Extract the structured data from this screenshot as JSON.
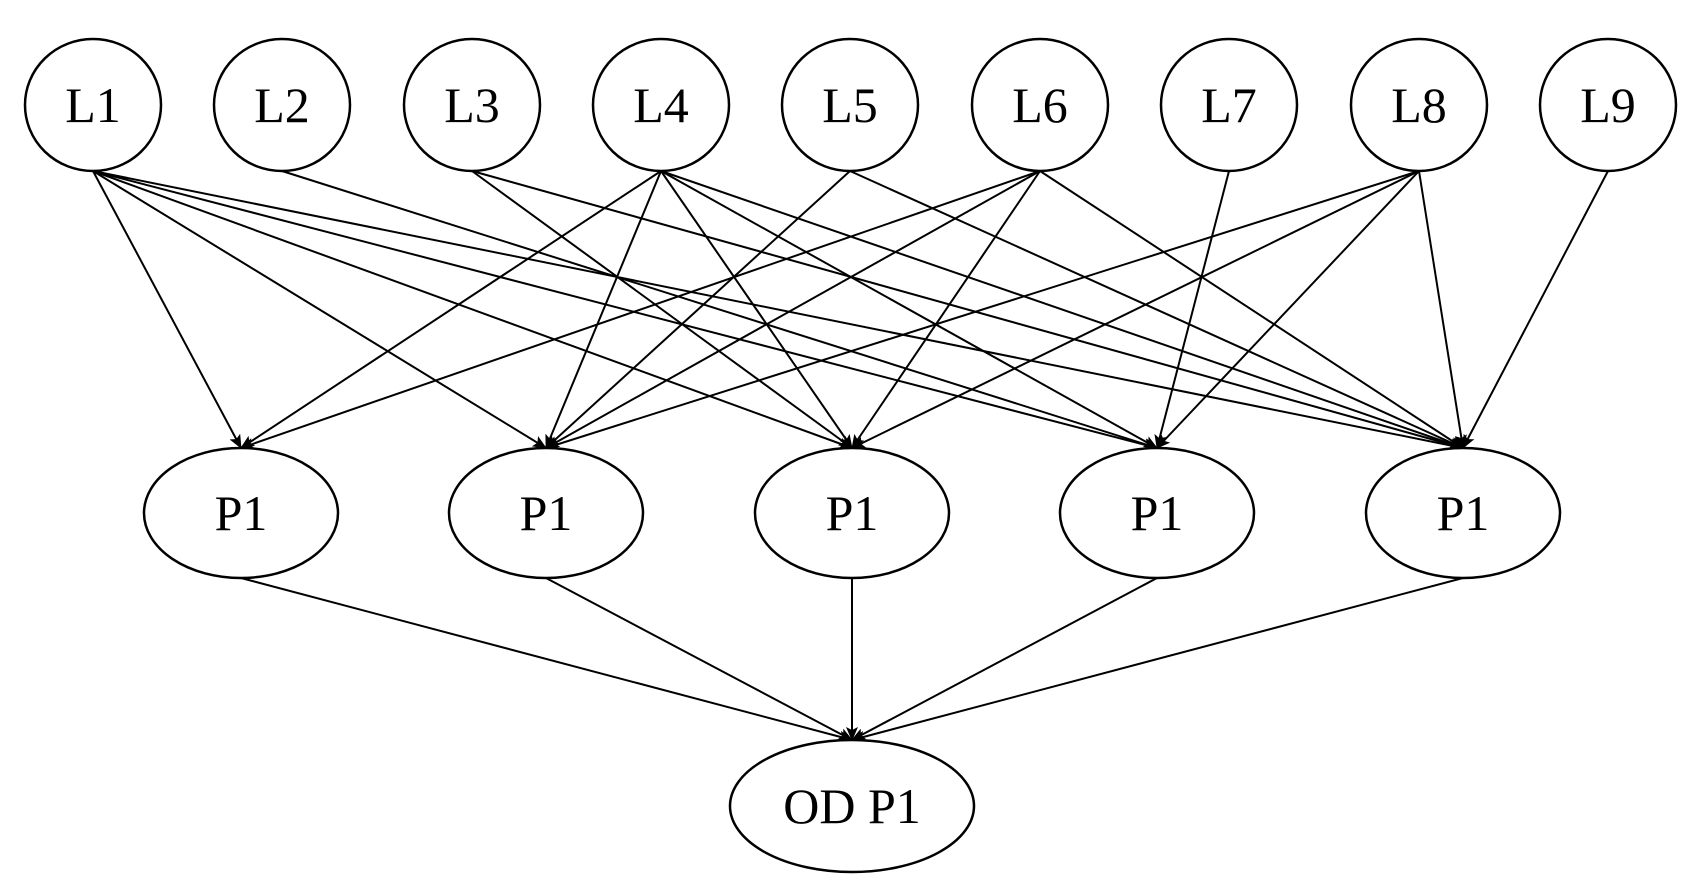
{
  "diagram": {
    "nodes": {
      "L1": {
        "label": "L1"
      },
      "L2": {
        "label": "L2"
      },
      "L3": {
        "label": "L3"
      },
      "L4": {
        "label": "L4"
      },
      "L5": {
        "label": "L5"
      },
      "L6": {
        "label": "L6"
      },
      "L7": {
        "label": "L7"
      },
      "L8": {
        "label": "L8"
      },
      "L9": {
        "label": "L9"
      },
      "P1a": {
        "label": "P1"
      },
      "P1b": {
        "label": "P1"
      },
      "P1c": {
        "label": "P1"
      },
      "P1d": {
        "label": "P1"
      },
      "P1e": {
        "label": "P1"
      },
      "OD": {
        "label": "OD P1"
      }
    },
    "edges": [
      [
        "L1",
        "P1a"
      ],
      [
        "L1",
        "P1b"
      ],
      [
        "L1",
        "P1c"
      ],
      [
        "L1",
        "P1d"
      ],
      [
        "L1",
        "P1e"
      ],
      [
        "L2",
        "P1d"
      ],
      [
        "L3",
        "P1c"
      ],
      [
        "L3",
        "P1e"
      ],
      [
        "L4",
        "P1a"
      ],
      [
        "L4",
        "P1b"
      ],
      [
        "L4",
        "P1c"
      ],
      [
        "L4",
        "P1d"
      ],
      [
        "L4",
        "P1e"
      ],
      [
        "L5",
        "P1b"
      ],
      [
        "L5",
        "P1e"
      ],
      [
        "L6",
        "P1a"
      ],
      [
        "L6",
        "P1b"
      ],
      [
        "L6",
        "P1c"
      ],
      [
        "L6",
        "P1e"
      ],
      [
        "L7",
        "P1d"
      ],
      [
        "L8",
        "P1b"
      ],
      [
        "L8",
        "P1c"
      ],
      [
        "L8",
        "P1d"
      ],
      [
        "L8",
        "P1e"
      ],
      [
        "L9",
        "P1e"
      ],
      [
        "P1a",
        "OD"
      ],
      [
        "P1b",
        "OD"
      ],
      [
        "P1c",
        "OD"
      ],
      [
        "P1d",
        "OD"
      ],
      [
        "P1e",
        "OD"
      ]
    ],
    "line_color": "#000000",
    "node_fill": "#ffffff"
  }
}
